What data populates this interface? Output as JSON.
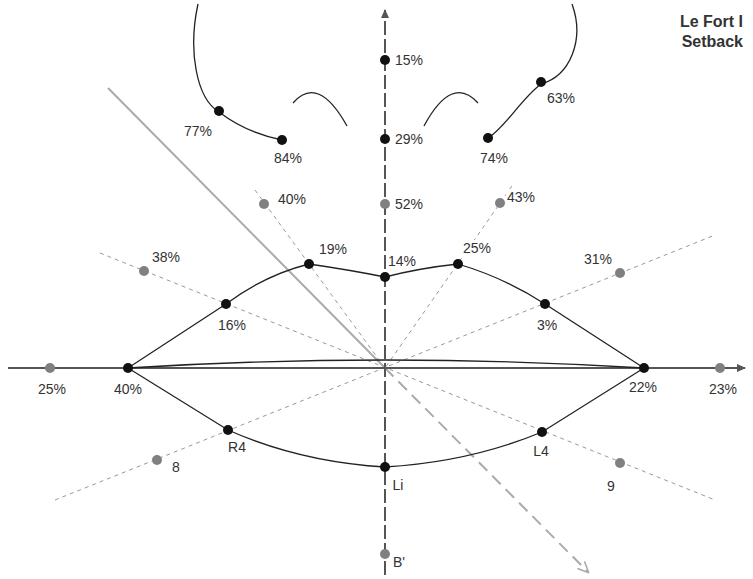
{
  "diagram": {
    "title": "Le Fort I Setback",
    "labels": [
      "15%",
      "77%",
      "63%",
      "84%",
      "29%",
      "74%",
      "40%",
      "52%",
      "43%",
      "19%",
      "14%",
      "25%",
      "38%",
      "31%",
      "16%",
      "3%",
      "25%",
      "40%",
      "22%",
      "23%",
      "R4",
      "8",
      "L4",
      "9",
      "Li",
      "B'"
    ]
  }
}
